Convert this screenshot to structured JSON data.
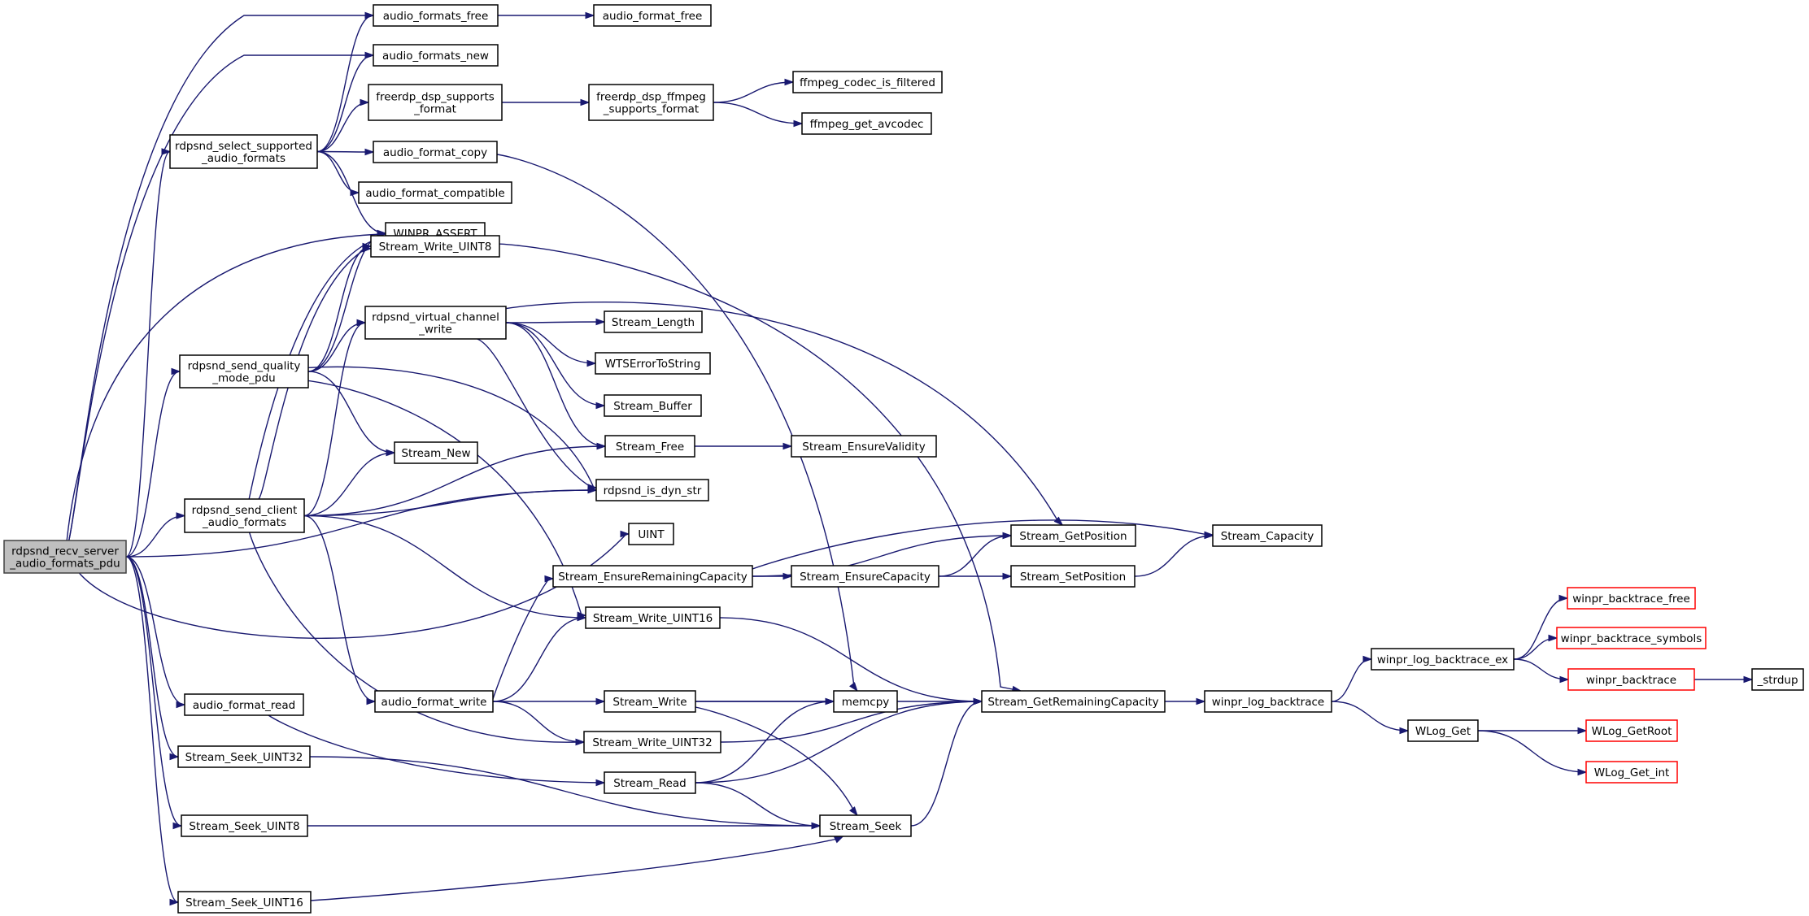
{
  "colors": {
    "edge": "#191970",
    "root_fill": "#bfbfbf",
    "red_border": "#ff0000"
  },
  "nodes": {
    "root": [
      "rdpsnd_recv_server",
      "_audio_formats_pdu"
    ],
    "formats_free": [
      "audio_formats_free"
    ],
    "format_free": [
      "audio_format_free"
    ],
    "formats_new": [
      "audio_formats_new"
    ],
    "dsp_supports": [
      "freerdp_dsp_supports",
      "_format"
    ],
    "dsp_ffmpeg": [
      "freerdp_dsp_ffmpeg",
      "_supports_format"
    ],
    "ffmpeg_filtered": [
      "ffmpeg_codec_is_filtered"
    ],
    "ffmpeg_avcodec": [
      "ffmpeg_get_avcodec"
    ],
    "select_supported": [
      "rdpsnd_select_supported",
      "_audio_formats"
    ],
    "format_copy": [
      "audio_format_copy"
    ],
    "format_compatible": [
      "audio_format_compatible"
    ],
    "winpr_assert": [
      "WINPR_ASSERT"
    ],
    "write_uint8": [
      "Stream_Write_UINT8"
    ],
    "vc_write": [
      "rdpsnd_virtual_channel",
      "_write"
    ],
    "stream_length": [
      "Stream_Length"
    ],
    "send_quality": [
      "rdpsnd_send_quality",
      "_mode_pdu"
    ],
    "wts_error": [
      "WTSErrorToString"
    ],
    "stream_buffer": [
      "Stream_Buffer"
    ],
    "stream_free": [
      "Stream_Free"
    ],
    "ensure_validity": [
      "Stream_EnsureValidity"
    ],
    "stream_new": [
      "Stream_New"
    ],
    "is_dyn_str": [
      "rdpsnd_is_dyn_str"
    ],
    "send_client": [
      "rdpsnd_send_client",
      "_audio_formats"
    ],
    "uint": [
      "UINT"
    ],
    "get_position": [
      "Stream_GetPosition"
    ],
    "capacity": [
      "Stream_Capacity"
    ],
    "ensure_remaining": [
      "Stream_EnsureRemainingCapacity"
    ],
    "ensure_capacity": [
      "Stream_EnsureCapacity"
    ],
    "set_position": [
      "Stream_SetPosition"
    ],
    "write_uint16": [
      "Stream_Write_UINT16"
    ],
    "bt_free": [
      "winpr_backtrace_free"
    ],
    "bt_symbols": [
      "winpr_backtrace_symbols"
    ],
    "log_bt_ex": [
      "winpr_log_backtrace_ex"
    ],
    "backtrace": [
      "winpr_backtrace"
    ],
    "strdup": [
      "_strdup"
    ],
    "format_read": [
      "audio_format_read"
    ],
    "format_write": [
      "audio_format_write"
    ],
    "stream_write": [
      "Stream_Write"
    ],
    "memcpy": [
      "memcpy"
    ],
    "remaining_capacity": [
      "Stream_GetRemainingCapacity"
    ],
    "log_bt": [
      "winpr_log_backtrace"
    ],
    "wlog_get": [
      "WLog_Get"
    ],
    "wlog_root": [
      "WLog_GetRoot"
    ],
    "seek_uint32": [
      "Stream_Seek_UINT32"
    ],
    "write_uint32": [
      "Stream_Write_UINT32"
    ],
    "wlog_int": [
      "WLog_Get_int"
    ],
    "stream_read": [
      "Stream_Read"
    ],
    "seek_uint8": [
      "Stream_Seek_UINT8"
    ],
    "stream_seek": [
      "Stream_Seek"
    ],
    "seek_uint16": [
      "Stream_Seek_UINT16"
    ]
  },
  "edges": [
    [
      "root",
      "formats_free"
    ],
    [
      "root",
      "formats_new"
    ],
    [
      "root",
      "select_supported"
    ],
    [
      "root",
      "winpr_assert"
    ],
    [
      "root",
      "send_quality"
    ],
    [
      "root",
      "send_client"
    ],
    [
      "root",
      "is_dyn_str"
    ],
    [
      "root",
      "uint"
    ],
    [
      "root",
      "format_read"
    ],
    [
      "root",
      "seek_uint32"
    ],
    [
      "root",
      "seek_uint8"
    ],
    [
      "root",
      "seek_uint16"
    ],
    [
      "formats_free",
      "format_free"
    ],
    [
      "select_supported",
      "formats_free"
    ],
    [
      "select_supported",
      "formats_new"
    ],
    [
      "select_supported",
      "dsp_supports"
    ],
    [
      "select_supported",
      "format_copy"
    ],
    [
      "select_supported",
      "format_compatible"
    ],
    [
      "select_supported",
      "winpr_assert"
    ],
    [
      "dsp_supports",
      "dsp_ffmpeg"
    ],
    [
      "dsp_ffmpeg",
      "ffmpeg_filtered"
    ],
    [
      "dsp_ffmpeg",
      "ffmpeg_avcodec"
    ],
    [
      "format_copy",
      "memcpy"
    ],
    [
      "send_quality",
      "winpr_assert"
    ],
    [
      "send_quality",
      "write_uint8"
    ],
    [
      "send_quality",
      "vc_write"
    ],
    [
      "send_quality",
      "stream_new"
    ],
    [
      "send_quality",
      "is_dyn_str"
    ],
    [
      "send_quality",
      "write_uint16"
    ],
    [
      "send_client",
      "winpr_assert"
    ],
    [
      "send_client",
      "write_uint8"
    ],
    [
      "send_client",
      "vc_write"
    ],
    [
      "send_client",
      "stream_new"
    ],
    [
      "send_client",
      "stream_free"
    ],
    [
      "send_client",
      "is_dyn_str"
    ],
    [
      "send_client",
      "write_uint16"
    ],
    [
      "send_client",
      "format_write"
    ],
    [
      "send_client",
      "write_uint32"
    ],
    [
      "write_uint8",
      "remaining_capacity"
    ],
    [
      "vc_write",
      "stream_length"
    ],
    [
      "vc_write",
      "wts_error"
    ],
    [
      "vc_write",
      "stream_buffer"
    ],
    [
      "vc_write",
      "stream_free"
    ],
    [
      "vc_write",
      "is_dyn_str"
    ],
    [
      "vc_write",
      "get_position"
    ],
    [
      "stream_free",
      "ensure_validity"
    ],
    [
      "format_write",
      "ensure_remaining"
    ],
    [
      "format_write",
      "write_uint16"
    ],
    [
      "format_write",
      "stream_write"
    ],
    [
      "format_write",
      "write_uint32"
    ],
    [
      "ensure_remaining",
      "get_position"
    ],
    [
      "ensure_remaining",
      "capacity"
    ],
    [
      "ensure_remaining",
      "ensure_capacity"
    ],
    [
      "ensure_capacity",
      "get_position"
    ],
    [
      "ensure_capacity",
      "set_position"
    ],
    [
      "set_position",
      "capacity"
    ],
    [
      "write_uint16",
      "remaining_capacity"
    ],
    [
      "stream_write",
      "memcpy"
    ],
    [
      "stream_write",
      "remaining_capacity"
    ],
    [
      "stream_write",
      "stream_seek"
    ],
    [
      "write_uint32",
      "remaining_capacity"
    ],
    [
      "format_read",
      "stream_read"
    ],
    [
      "stream_read",
      "memcpy"
    ],
    [
      "stream_read",
      "remaining_capacity"
    ],
    [
      "stream_read",
      "stream_seek"
    ],
    [
      "seek_uint32",
      "stream_seek"
    ],
    [
      "seek_uint8",
      "stream_seek"
    ],
    [
      "seek_uint16",
      "stream_seek"
    ],
    [
      "stream_seek",
      "remaining_capacity"
    ],
    [
      "remaining_capacity",
      "log_bt"
    ],
    [
      "log_bt",
      "log_bt_ex"
    ],
    [
      "log_bt",
      "wlog_get"
    ],
    [
      "log_bt_ex",
      "bt_free"
    ],
    [
      "log_bt_ex",
      "bt_symbols"
    ],
    [
      "log_bt_ex",
      "backtrace"
    ],
    [
      "backtrace",
      "strdup"
    ],
    [
      "wlog_get",
      "wlog_root"
    ],
    [
      "wlog_get",
      "wlog_int"
    ]
  ]
}
